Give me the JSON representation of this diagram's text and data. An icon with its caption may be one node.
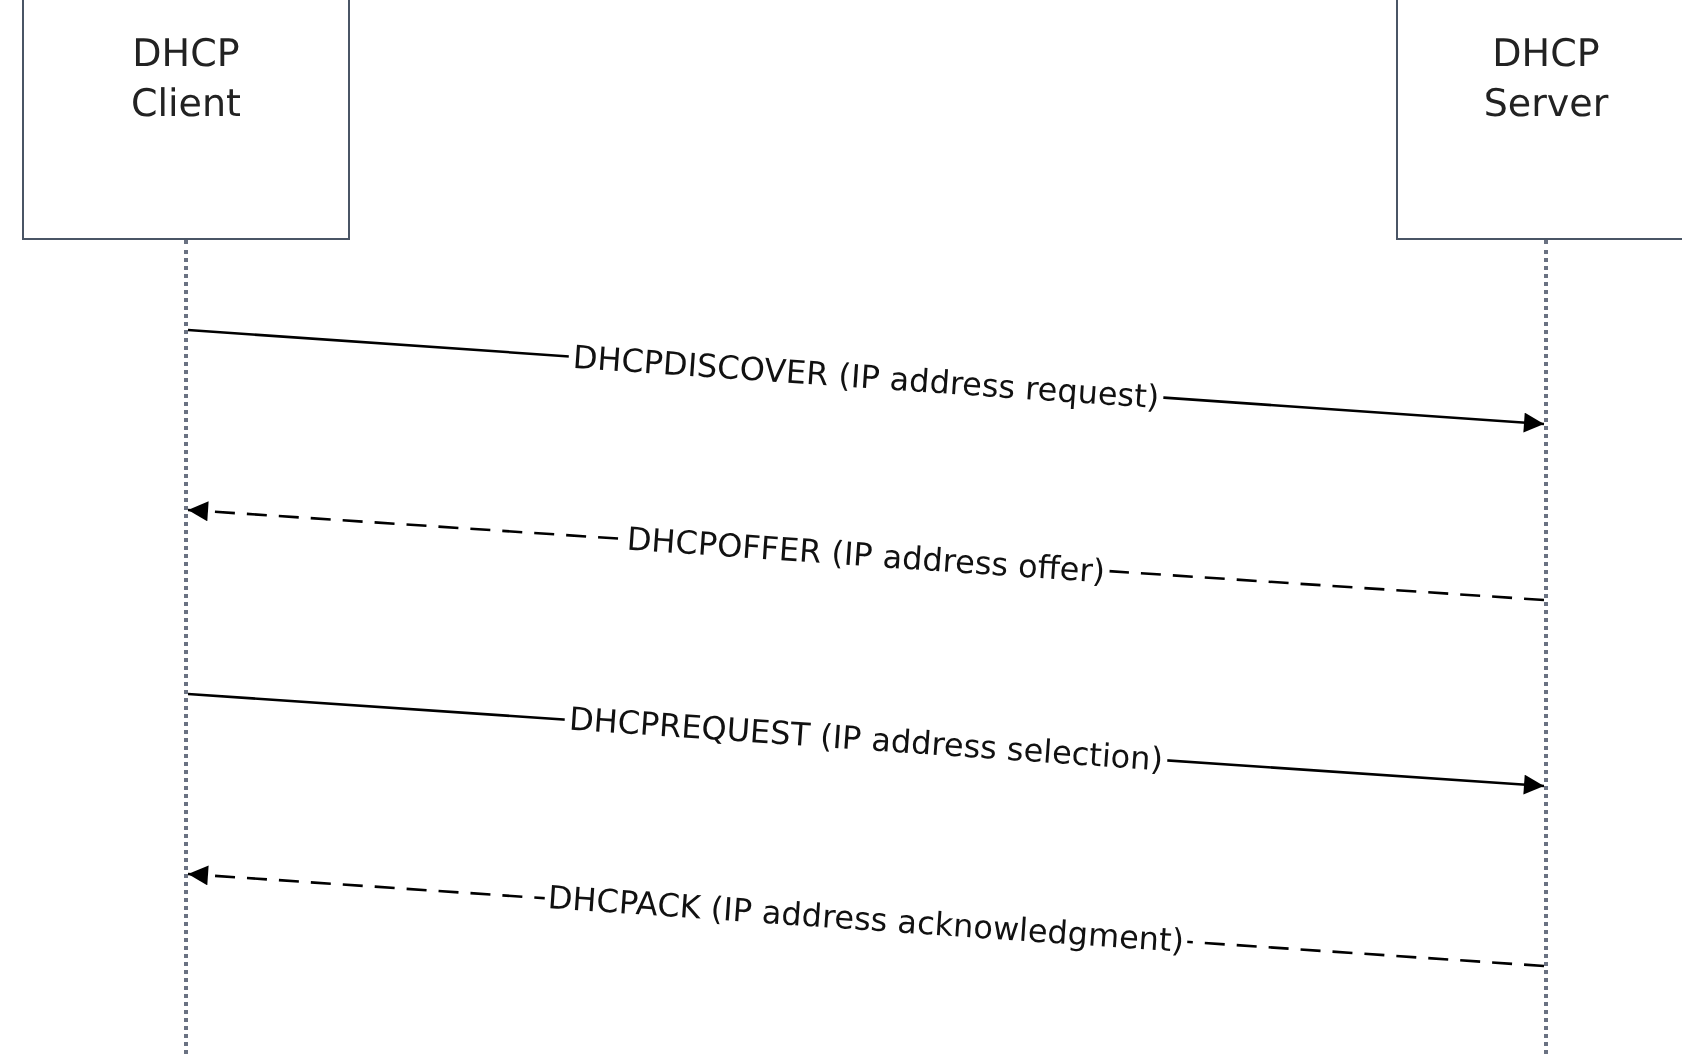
{
  "diagram": {
    "nodes": [
      {
        "text": [
          "DHCP Client"
        ]
      },
      {
        "text": [
          "DHCP Server"
        ]
      },
      {
        "text": [],
        "shape": "bar"
      },
      {
        "text": [],
        "shape": "bar"
      }
    ],
    "edges": [
      {
        "from": 2,
        "to": 3,
        "arrow": "to",
        "label": "DHCPDISCOVER (IP address request)"
      },
      {
        "from": 3,
        "to": 2,
        "arrow": "to",
        "label": "DHCPOFFER (IP address offer)",
        "style": "dashed"
      },
      {
        "from": 2,
        "to": 3,
        "arrow": "to",
        "label": "DHCPREQUEST (IP address selection)"
      },
      {
        "from": 3,
        "to": 2,
        "arrow": "to",
        "label": "DHCPACK (IP address acknowledgment)",
        "style": "dashed"
      }
    ]
  }
}
